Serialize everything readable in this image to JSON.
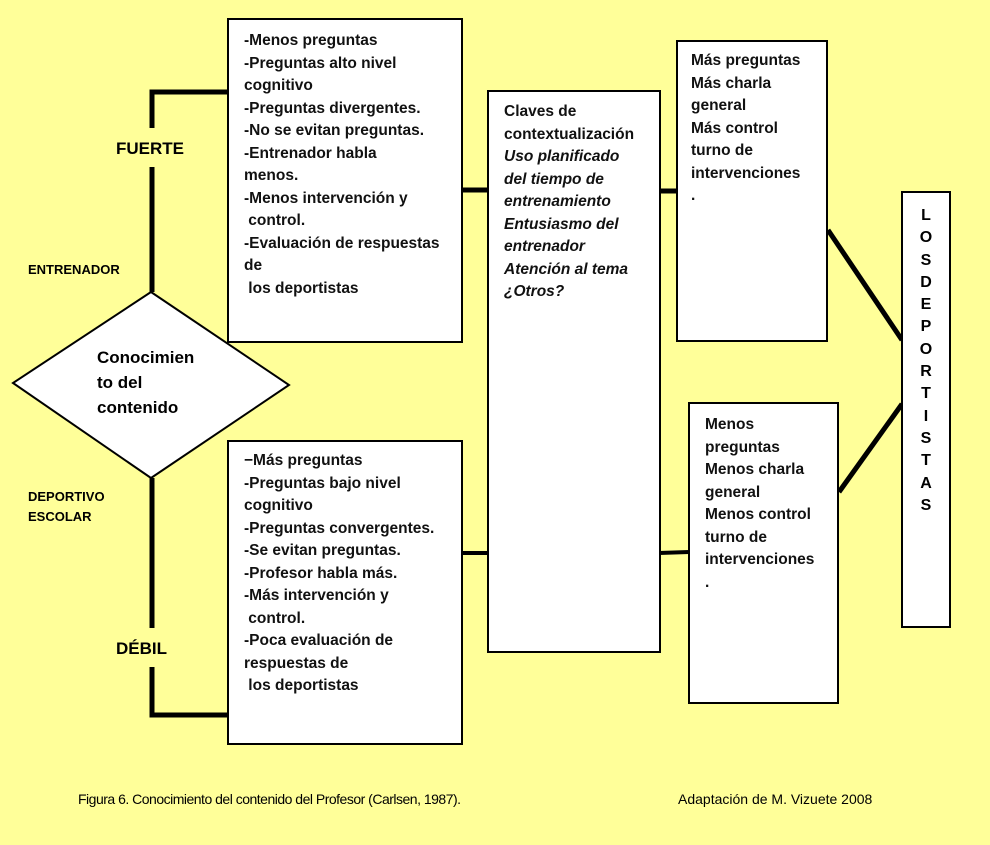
{
  "labels": {
    "fuerte": "FUERTE",
    "debil": "DÉBIL",
    "entrenador": "ENTRENADOR",
    "deportivo": "DEPORTIVO",
    "escolar": "ESCOLAR"
  },
  "diamond": {
    "lines": [
      "Conocimien",
      "to del",
      "contenido"
    ]
  },
  "box_strong": {
    "lines": [
      "-Menos preguntas",
      "-Preguntas alto nivel",
      "cognitivo",
      "-Preguntas divergentes.",
      "-No se evitan preguntas.",
      "-Entrenador habla",
      "menos.",
      "-Menos intervención y",
      " control.",
      "-Evaluación de respuestas",
      "de",
      " los deportistas"
    ]
  },
  "box_weak": {
    "lines": [
      "−Más preguntas",
      "-Preguntas bajo nivel",
      "cognitivo",
      "-Preguntas convergentes.",
      "-Se evitan preguntas.",
      "-Profesor habla más.",
      "-Más intervención y",
      " control.",
      "-Poca evaluación de",
      "respuestas de",
      " los deportistas"
    ]
  },
  "box_keys": {
    "title_lines": [
      "Claves de",
      "contextualización"
    ],
    "italic_lines": [
      "Uso planificado",
      "del tiempo de",
      "entrenamiento",
      "Entusiasmo del",
      "entrenador",
      "Atención al tema",
      "¿Otros?"
    ]
  },
  "box_more": {
    "lines": [
      "Más preguntas",
      "Más charla",
      "general",
      "Más control",
      "turno de",
      "intervenciones",
      "."
    ]
  },
  "box_less": {
    "lines": [
      "Menos",
      "preguntas",
      "Menos charla",
      "general",
      "Menos control",
      "turno de",
      "intervenciones",
      "."
    ]
  },
  "athletes": {
    "letters": [
      "L",
      "O",
      "S",
      "D",
      "E",
      "P",
      "O",
      "R",
      "T",
      "I",
      "S",
      "T",
      "A",
      "S"
    ]
  },
  "captions": {
    "figure": "Figura 6. Conocimiento del contenido del Profesor (Carlsen, 1987).",
    "adaptation": "Adaptación de M. Vizuete  2008"
  },
  "colors": {
    "background": "#ffff99",
    "box": "#ffffff",
    "line": "#000000"
  }
}
